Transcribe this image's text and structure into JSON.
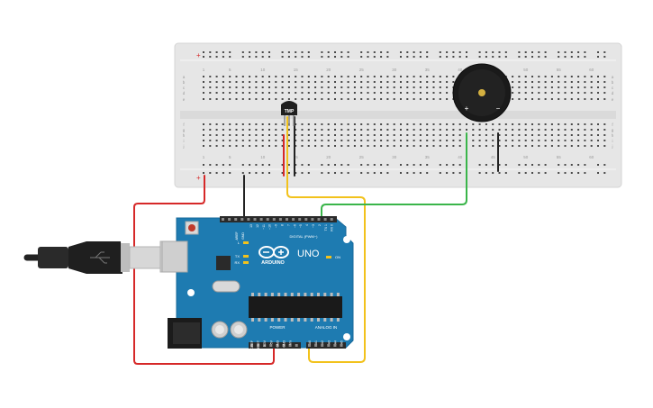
{
  "breadboard": {
    "row_letters_top": [
      "a",
      "b",
      "c",
      "d",
      "e"
    ],
    "row_letters_bottom": [
      "f",
      "g",
      "h",
      "i",
      "j"
    ],
    "column_numbers": [
      "1",
      "5",
      "10",
      "15",
      "20",
      "25",
      "30",
      "35",
      "40",
      "45",
      "50",
      "55",
      "60"
    ],
    "rail_plus": "+",
    "rail_minus": "-"
  },
  "sensor": {
    "label": "TMP"
  },
  "buzzer": {
    "plus_label": "+",
    "minus_label": "−"
  },
  "arduino": {
    "brand": "ARDUINO",
    "model": "UNO",
    "digital_header": "DIGITAL (PWM~)",
    "power_header": "POWER",
    "analog_header": "ANALOG IN",
    "on_label": "ON",
    "tx_label": "TX",
    "rx_label": "RX",
    "l_label": "L",
    "aref_label": "AREF",
    "gnd_label": "GND",
    "digital_pins": [
      "13",
      "12",
      "~11",
      "~10",
      "~9",
      "8",
      "7",
      "~6",
      "~5",
      "4",
      "~3",
      "2",
      "TX 1",
      "RX 0"
    ],
    "power_pins": [
      "IOREF",
      "RESET",
      "3.3V",
      "5V",
      "GND",
      "GND",
      "Vin"
    ],
    "analog_pins": [
      "A0",
      "A1",
      "A2",
      "A3",
      "A4",
      "A5"
    ]
  },
  "colors": {
    "breadboard": "#e6e6e6",
    "board": "#1e7bb1",
    "red_wire": "#d62828",
    "black_wire": "#222222",
    "yellow_wire": "#f2c21c",
    "green_wire": "#3ab54a",
    "header": "#2a2a2a"
  }
}
